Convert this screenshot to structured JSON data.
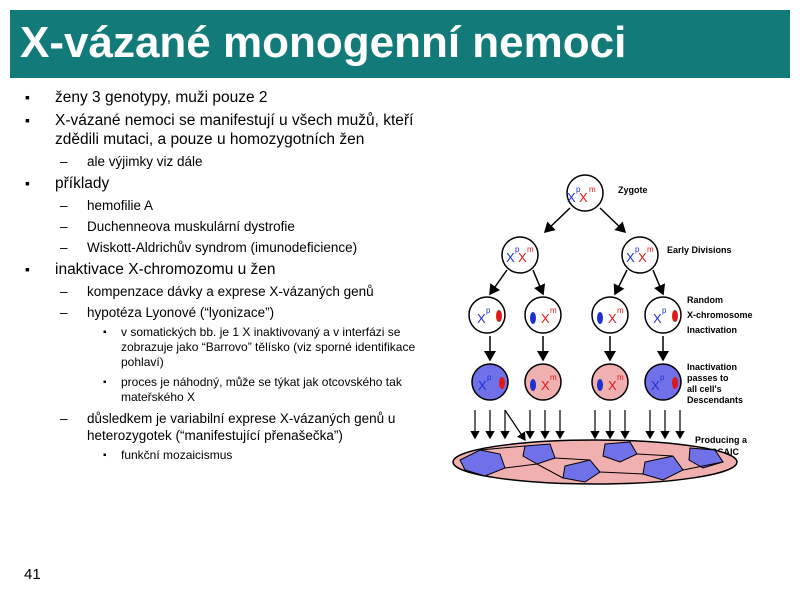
{
  "title": "X-vázané monogenní nemoci",
  "page_number": "41",
  "bullets": [
    {
      "text": "ženy 3 genotypy, muži pouze 2"
    },
    {
      "text": "X-vázané nemoci se manifestují u všech mužů, kteří zdědili mutaci, a pouze u homozygotních žen",
      "sub": [
        {
          "text": "ale výjimky viz dále"
        }
      ]
    },
    {
      "text": "příklady",
      "sub": [
        {
          "text": "hemofilie A"
        },
        {
          "text": "Duchenneova muskulární dystrofie"
        },
        {
          "text": "Wiskott-Aldrichův syndrom (imunodeficience)"
        }
      ]
    },
    {
      "text": "inaktivace X-chromozomu u žen",
      "sub": [
        {
          "text": "kompenzace dávky a exprese X-vázaných genů"
        },
        {
          "text": "hypotéza Lyonové (“lyonizace”)",
          "sub": [
            {
              "text": "v somatických bb. je 1 X inaktivovaný a v interfázi se zobrazuje jako “Barrovo” tělísko (viz sporné identifikace pohlaví)"
            },
            {
              "text": "proces je náhodný, může se týkat jak otcovského tak mateřského X"
            }
          ]
        },
        {
          "text": "důsledkem je variabilní exprese X-vázaných genů u heterozygotek (“manifestující přenašečka”)",
          "sub": [
            {
              "text": "funkční mozaicismus"
            }
          ]
        }
      ]
    }
  ],
  "figure": {
    "labels": {
      "zygote": "Zygote",
      "early": "Early Divisions",
      "random1": "Random",
      "random2": "X-chromosome",
      "random3": "Inactivation",
      "inact1": "Inactivation",
      "inact2": "passes to",
      "inact3": "all cell's",
      "inact4": "Descendants",
      "prod1": "Producing a",
      "prod2": "MOSAIC"
    },
    "chrom_x": "X",
    "sup_p": "p",
    "sup_m": "m",
    "colors": {
      "blue": "#2030d0",
      "red": "#e01818",
      "cell_blue": "#7070e8",
      "cell_pink": "#f0b0b0"
    }
  }
}
